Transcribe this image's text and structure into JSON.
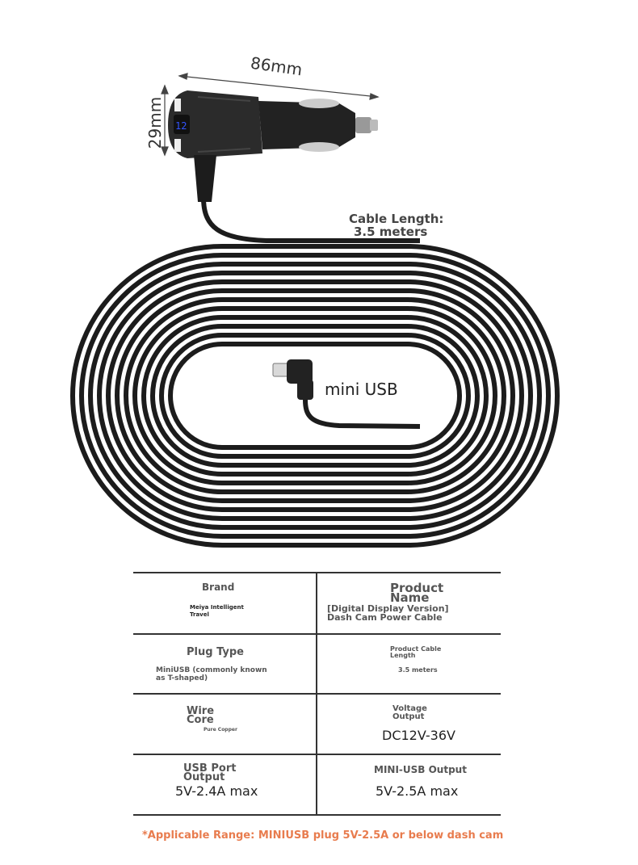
{
  "dimensions": {
    "width_label": "86mm",
    "height_label": "29mm"
  },
  "cable": {
    "length_label": "Cable Length:",
    "length_value": "3.5 meters",
    "connector_label": "mini USB"
  },
  "specs": [
    {
      "left_title": "Brand",
      "left_value": "Meiya Intelligent\nTravel",
      "right_title": "Product\nName",
      "right_value": "[Digital Display Version]\nDash Cam Power Cable"
    },
    {
      "left_title": "Plug Type",
      "left_value": "MiniUSB (commonly known\nas T-shaped)",
      "right_title": "Product Cable\nLength",
      "right_value": "3.5 meters"
    },
    {
      "left_title": "Wire\nCore",
      "left_value": "Pure Copper",
      "right_title": "Voltage\nOutput",
      "right_value": "DC12V-36V"
    },
    {
      "left_title": "USB Port\nOutput",
      "left_value": "5V-2.4A max",
      "right_title": "MINI-USB Output",
      "right_value": "5V-2.5A max"
    }
  ],
  "note": "*Applicable Range: MINIUSB plug 5V-2.5A or below dash cam",
  "colors": {
    "note": "#e87c4e",
    "display": "#3355ff"
  }
}
